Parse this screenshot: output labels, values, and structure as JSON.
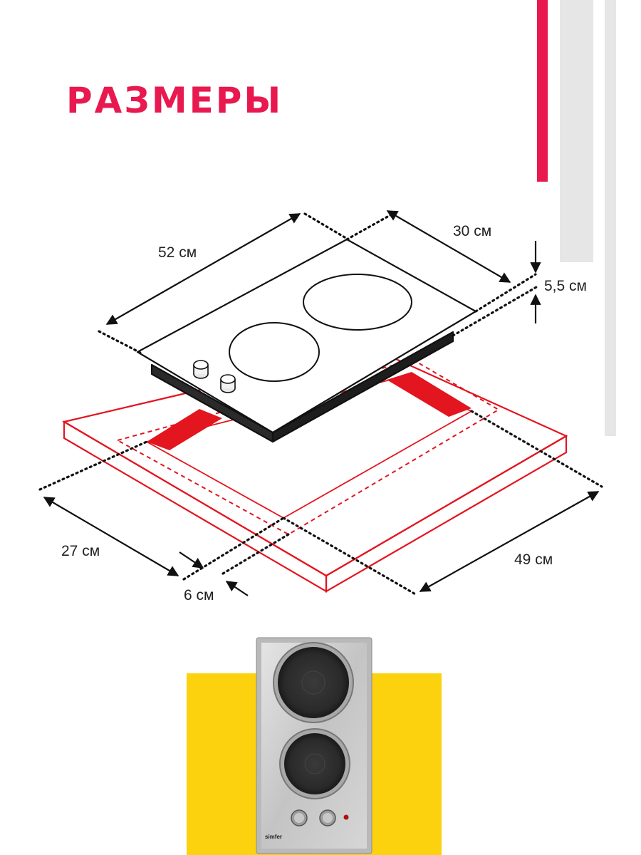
{
  "title": "РАЗМЕРЫ",
  "colors": {
    "accent": "#e8194f",
    "cutout": "#e3151f",
    "decor_gray": "#e6e6e6",
    "yellow": "#fcd20f",
    "steel": "#c9c9c9"
  },
  "dimensions": {
    "hob_width": "52 см",
    "hob_depth": "30 см",
    "hob_height": "5,5 см",
    "cutout_width": "49 см",
    "cutout_depth": "27 см",
    "min_offset": "6 см"
  },
  "product": {
    "brand": "simfer",
    "burners": 2,
    "knobs": 2
  }
}
